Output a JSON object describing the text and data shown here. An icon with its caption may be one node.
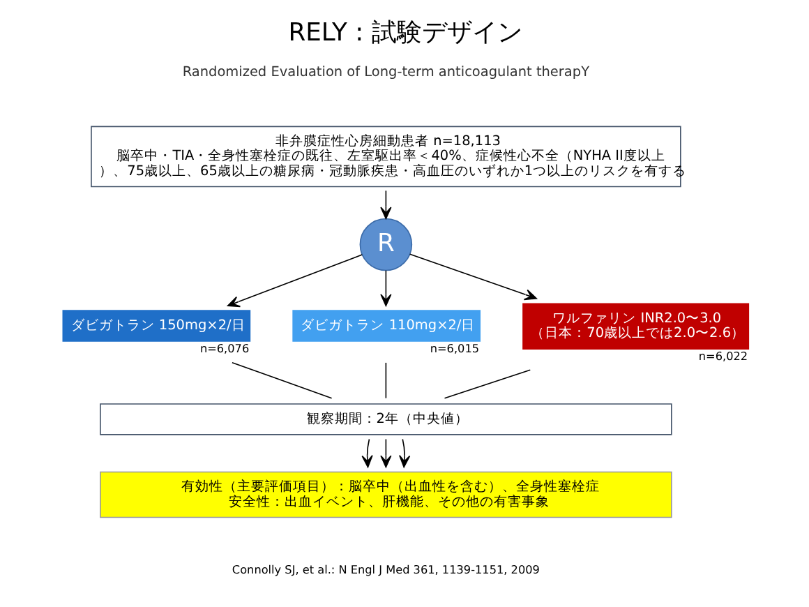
{
  "diagram": {
    "title": "RELY : 試験デザイン",
    "nodes": [
      {
        "text": [
          "非弁膜症性心房細動患者 n=18,113",
          "脳卒中・TIA・全身性塞栓症の既往、左室駆出率＜40%、症候性心不全（NYHA II度以上）、75歳以上、65歳以上の糖尿病・冠動脈疾患・高血圧のいずれか1つ以上のリスクを有する"
        ]
      },
      {
        "text": [
          "R"
        ]
      },
      {
        "text": [
          "ダビガトラン 150mg×2/日"
        ],
        "beside": [
          "n=6,076"
        ]
      },
      {
        "text": [
          "ダビガトラン 110mg×2/日"
        ],
        "beside": [
          "n=6,015"
        ]
      },
      {
        "text": [
          "ワルファリン INR2.0〜3.0",
          "（日本：70歳以上では2.0〜2.6）"
        ],
        "beside": [
          "n=6,022"
        ]
      },
      {
        "text": [
          "観察期間：2年（中央値）"
        ]
      },
      {
        "text": [
          "有効性（主要評価項目）：脳卒中（出血性を含む）、全身性塞栓症",
          "安全性：出血イベント、肝機能、その他の有害事象"
        ]
      }
    ],
    "edges": [
      {
        "from": 0,
        "to": 1,
        "arrow": "to"
      },
      {
        "from": 1,
        "to": 2,
        "arrow": "to"
      },
      {
        "from": 1,
        "to": 3,
        "arrow": "to"
      },
      {
        "from": 1,
        "to": 4,
        "arrow": "to"
      },
      {
        "from": 2,
        "to": 5,
        "arrow": "none"
      },
      {
        "from": 3,
        "to": 5,
        "arrow": "none"
      },
      {
        "from": 4,
        "to": 5,
        "arrow": "none"
      },
      {
        "from": 5,
        "to": 6,
        "arrow": "to"
      },
      {
        "from": 5,
        "to": 6,
        "arrow": "to"
      },
      {
        "from": 5,
        "to": 6,
        "arrow": "to"
      }
    ],
    "labels": [
      "Randomized Evaluation of Long-term anticoagulant therapY",
      "Connolly SJ, et al.: N Engl J Med 361, 1139-1151, 2009"
    ]
  }
}
